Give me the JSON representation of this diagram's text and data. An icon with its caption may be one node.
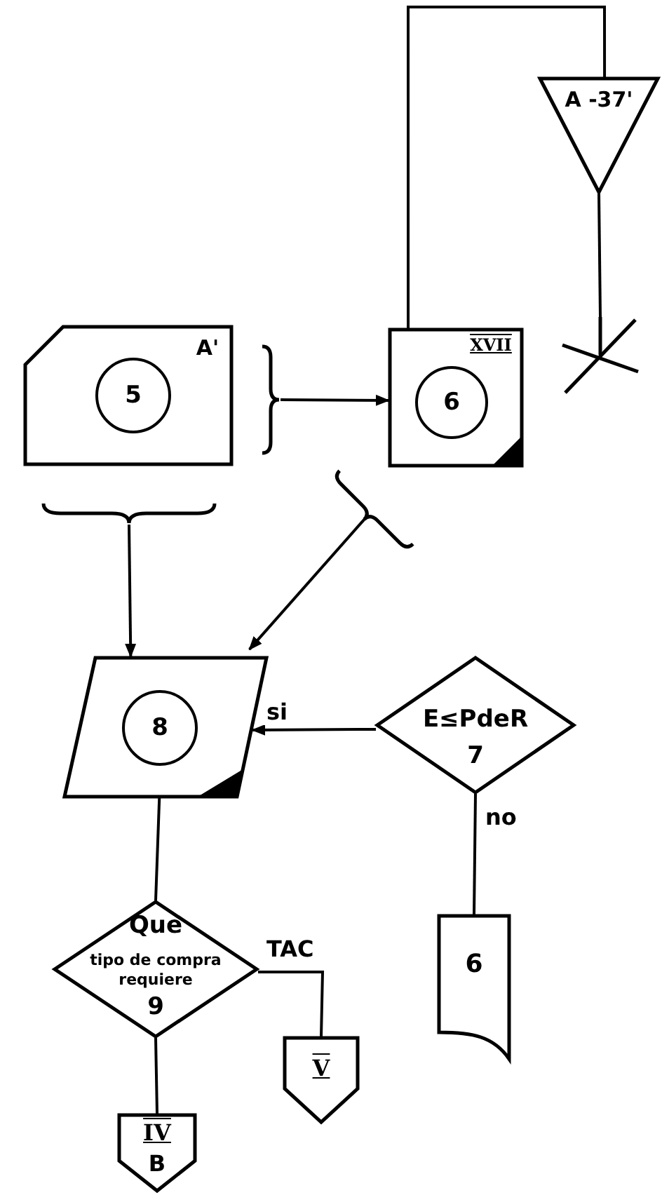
{
  "diagram": {
    "nodes": [
      {
        "text": [
          "A -37'"
        ]
      },
      {
        "text": [
          "A'"
        ]
      },
      {
        "text": [
          "5"
        ],
        "in": 1
      },
      {
        "text": [],
        "shape": "bracket"
      },
      {
        "text": [
          "XVII"
        ]
      },
      {
        "text": [
          "6"
        ],
        "in": 4
      },
      {
        "text": [],
        "shape": "cross"
      },
      {
        "text": [],
        "shape": "bracket"
      },
      {
        "text": [],
        "shape": "bracket"
      },
      {
        "text": [],
        "shape": "parallelogram"
      },
      {
        "text": [
          "8"
        ],
        "in": 9
      },
      {
        "text": [
          "E≤PdeR",
          "7"
        ]
      },
      {
        "text": [
          "6"
        ]
      },
      {
        "text": [
          "Que",
          "tipo de compra requiere",
          "9"
        ]
      },
      {
        "text": [
          "V"
        ]
      },
      {
        "text": [
          "IV",
          "B"
        ]
      }
    ],
    "edges": [
      {
        "from": 4,
        "to": 0,
        "arrow": "none"
      },
      {
        "from": 0,
        "to": 6,
        "arrow": "none"
      },
      {
        "from": 3,
        "to": 4,
        "arrow": "to"
      },
      {
        "from": 7,
        "to": 9,
        "arrow": "to"
      },
      {
        "from": 8,
        "to": 9,
        "arrow": "to"
      },
      {
        "from": 11,
        "to": 9,
        "arrow": "to",
        "label": "si"
      },
      {
        "from": 11,
        "to": 12,
        "arrow": "none",
        "label": "no"
      },
      {
        "from": 9,
        "to": 13,
        "arrow": "none"
      },
      {
        "from": 13,
        "to": 14,
        "arrow": "none",
        "label": "TAC"
      },
      {
        "from": 13,
        "to": 15,
        "arrow": "none"
      }
    ]
  }
}
